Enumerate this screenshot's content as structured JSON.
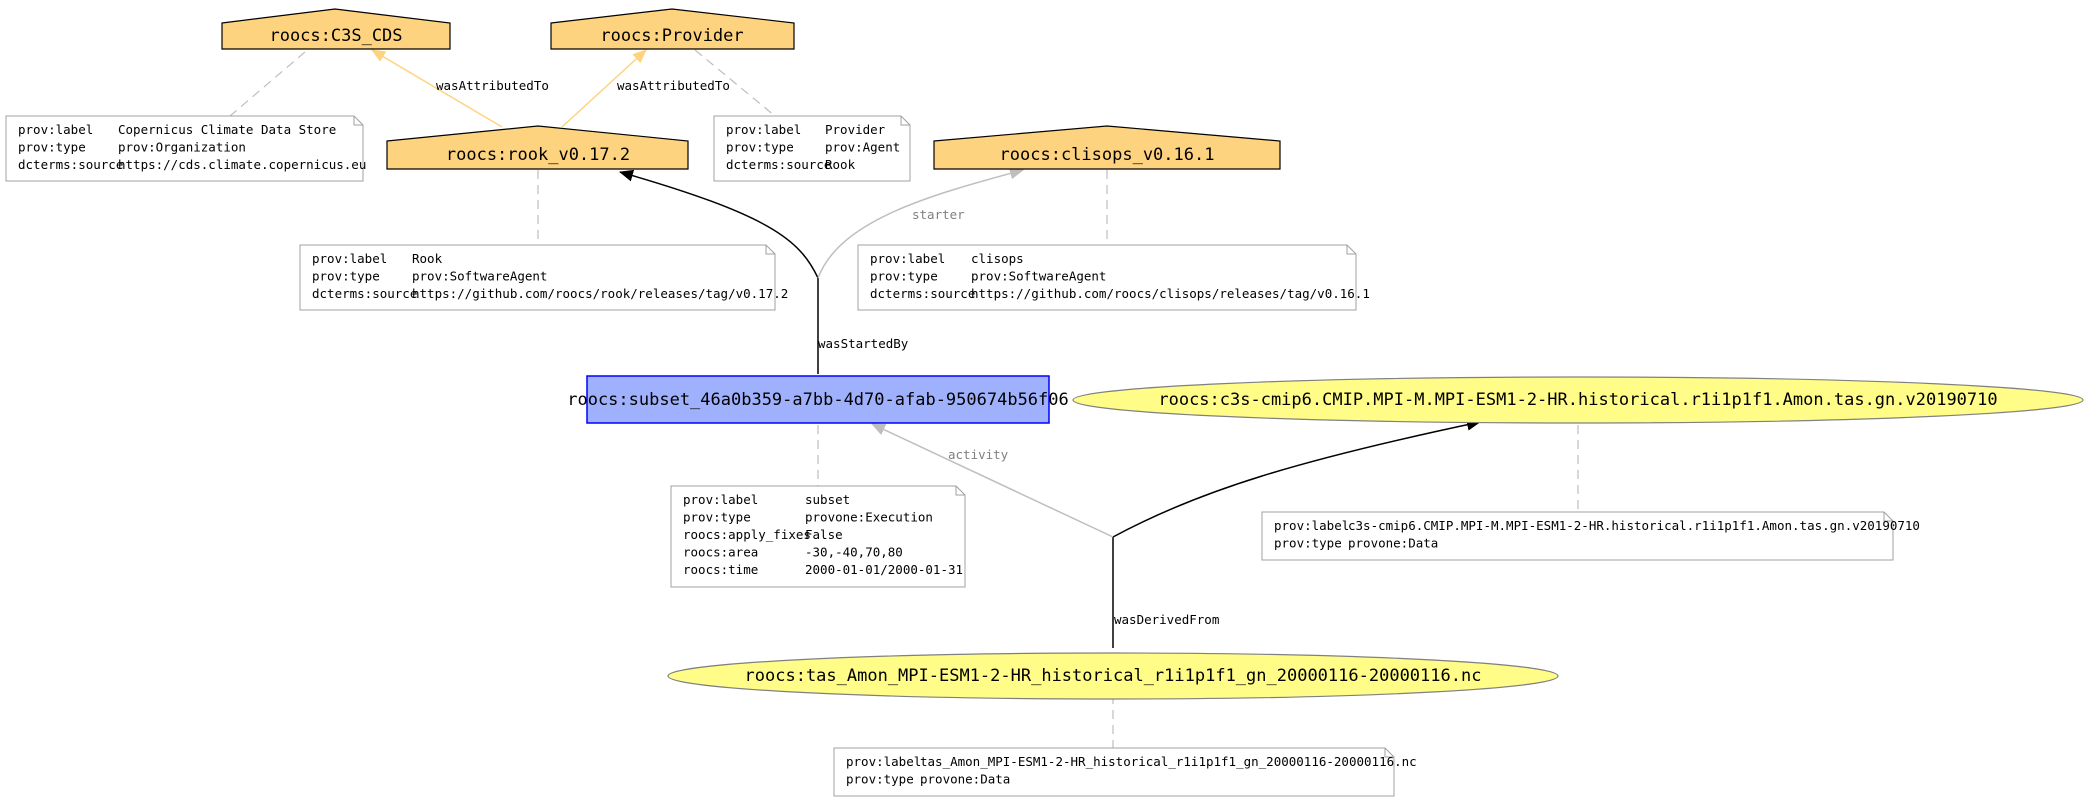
{
  "colors": {
    "agent_fill": "#fed37f",
    "activity_fill": "#9fb1fc",
    "activity_stroke": "#0000ff",
    "entity_fill": "#fffc87",
    "entity_stroke": "#808080",
    "attributed_edge": "#fed37f",
    "grey_edge": "#bebebe",
    "note_border": "#a0a0a0"
  },
  "agents": {
    "c3s_cds": {
      "title": "roocs:C3S_CDS"
    },
    "provider": {
      "title": "roocs:Provider"
    },
    "rook": {
      "title": "roocs:rook_v0.17.2"
    },
    "clisops": {
      "title": "roocs:clisops_v0.16.1"
    }
  },
  "activity": {
    "title": "roocs:subset_46a0b359-a7bb-4d70-afab-950674b56f06"
  },
  "entities": {
    "output": {
      "title": "roocs:c3s-cmip6.CMIP.MPI-M.MPI-ESM1-2-HR.historical.r1i1p1f1.Amon.tas.gn.v20190710"
    },
    "input": {
      "title": "roocs:tas_Amon_MPI-ESM1-2-HR_historical_r1i1p1f1_gn_20000116-20000116.nc"
    }
  },
  "notes": {
    "c3s_cds": [
      {
        "key": "prov:label",
        "value": "Copernicus Climate Data Store"
      },
      {
        "key": "prov:type",
        "value": "prov:Organization"
      },
      {
        "key": "dcterms:source",
        "value": "https://cds.climate.copernicus.eu"
      }
    ],
    "provider": [
      {
        "key": "prov:label",
        "value": "Provider"
      },
      {
        "key": "prov:type",
        "value": "prov:Agent"
      },
      {
        "key": "dcterms:source",
        "value": "Rook"
      }
    ],
    "rook": [
      {
        "key": "prov:label",
        "value": "Rook"
      },
      {
        "key": "prov:type",
        "value": "prov:SoftwareAgent"
      },
      {
        "key": "dcterms:source",
        "value": "https://github.com/roocs/rook/releases/tag/v0.17.2"
      }
    ],
    "clisops": [
      {
        "key": "prov:label",
        "value": "clisops"
      },
      {
        "key": "prov:type",
        "value": "prov:SoftwareAgent"
      },
      {
        "key": "dcterms:source",
        "value": "https://github.com/roocs/clisops/releases/tag/v0.16.1"
      }
    ],
    "activity": [
      {
        "key": "prov:label",
        "value": "subset"
      },
      {
        "key": "prov:type",
        "value": "provone:Execution"
      },
      {
        "key": "roocs:apply_fixes",
        "value": "False"
      },
      {
        "key": "roocs:area",
        "value": "-30,-40,70,80"
      },
      {
        "key": "roocs:time",
        "value": "2000-01-01/2000-01-31"
      }
    ],
    "output": [
      {
        "key": "prov:label",
        "value": "c3s-cmip6.CMIP.MPI-M.MPI-ESM1-2-HR.historical.r1i1p1f1.Amon.tas.gn.v20190710"
      },
      {
        "key": "prov:type",
        "value": "provone:Data"
      }
    ],
    "input": [
      {
        "key": "prov:label",
        "value": "tas_Amon_MPI-ESM1-2-HR_historical_r1i1p1f1_gn_20000116-20000116.nc"
      },
      {
        "key": "prov:type",
        "value": "provone:Data"
      }
    ]
  },
  "edge_labels": {
    "rook_to_c3s": "wasAttributedTo",
    "rook_to_provider": "wasAttributedTo",
    "started_by": "wasStartedBy",
    "starter": "starter",
    "activity": "activity",
    "derived_from": "wasDerivedFrom"
  }
}
